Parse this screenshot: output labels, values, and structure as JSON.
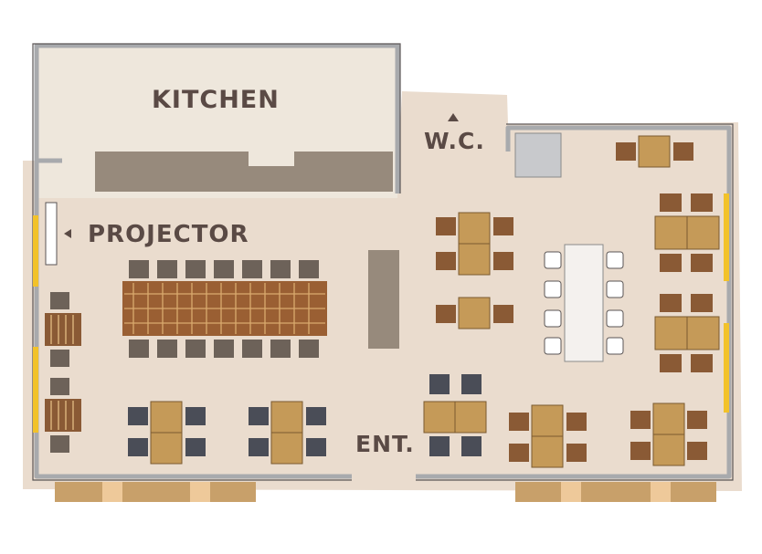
{
  "labels": {
    "kitchen": "KITCHEN",
    "wc": "W.C.",
    "projector": "PROJECTOR",
    "entrance": "ENT."
  },
  "colors": {
    "floor": "#eadcce",
    "kitchen_floor": "#eee7dc",
    "wall": "#a8aaad",
    "counter": "#978a7c",
    "table": "#c59a58",
    "chair_brown": "#8a5a35",
    "chair_dark": "#4a4d57",
    "chair_gray": "#6d6259",
    "bench": "#c8a06a",
    "window": "#f2c22a",
    "label": "#5a4a45"
  }
}
